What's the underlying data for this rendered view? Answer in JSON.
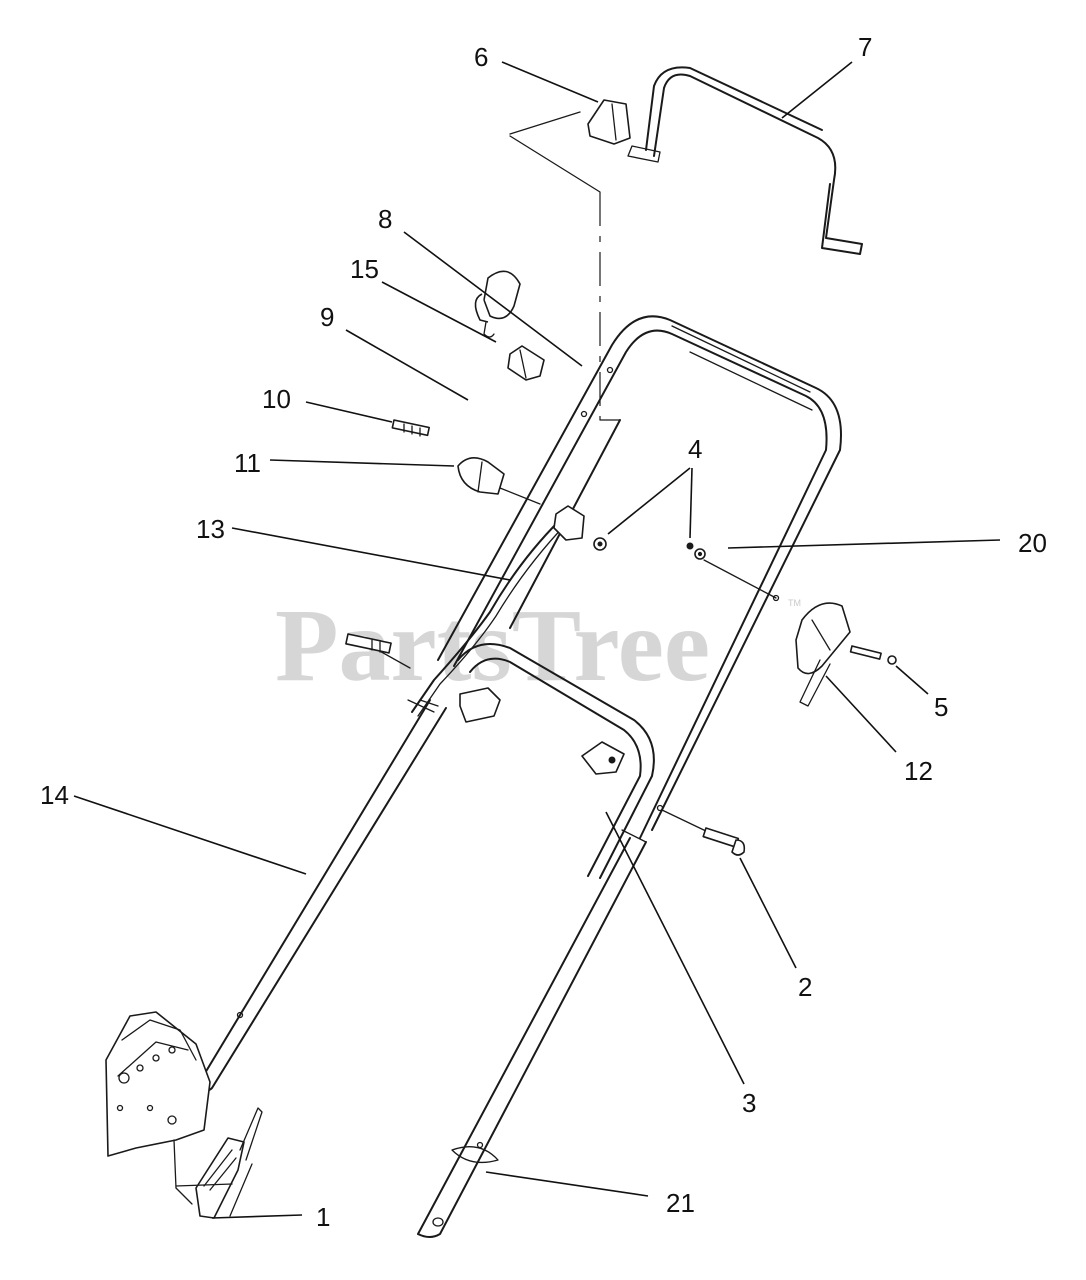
{
  "watermark": {
    "text": "PartsTree",
    "trademark": "TM"
  },
  "callouts": [
    {
      "id": "1",
      "label": "1"
    },
    {
      "id": "2",
      "label": "2"
    },
    {
      "id": "3",
      "label": "3"
    },
    {
      "id": "4",
      "label": "4"
    },
    {
      "id": "5",
      "label": "5"
    },
    {
      "id": "6",
      "label": "6"
    },
    {
      "id": "7",
      "label": "7"
    },
    {
      "id": "8",
      "label": "8"
    },
    {
      "id": "9",
      "label": "9"
    },
    {
      "id": "10",
      "label": "10"
    },
    {
      "id": "11",
      "label": "11"
    },
    {
      "id": "12",
      "label": "12"
    },
    {
      "id": "13",
      "label": "13"
    },
    {
      "id": "14",
      "label": "14"
    },
    {
      "id": "15",
      "label": "15"
    },
    {
      "id": "20",
      "label": "20"
    },
    {
      "id": "21",
      "label": "21"
    }
  ]
}
